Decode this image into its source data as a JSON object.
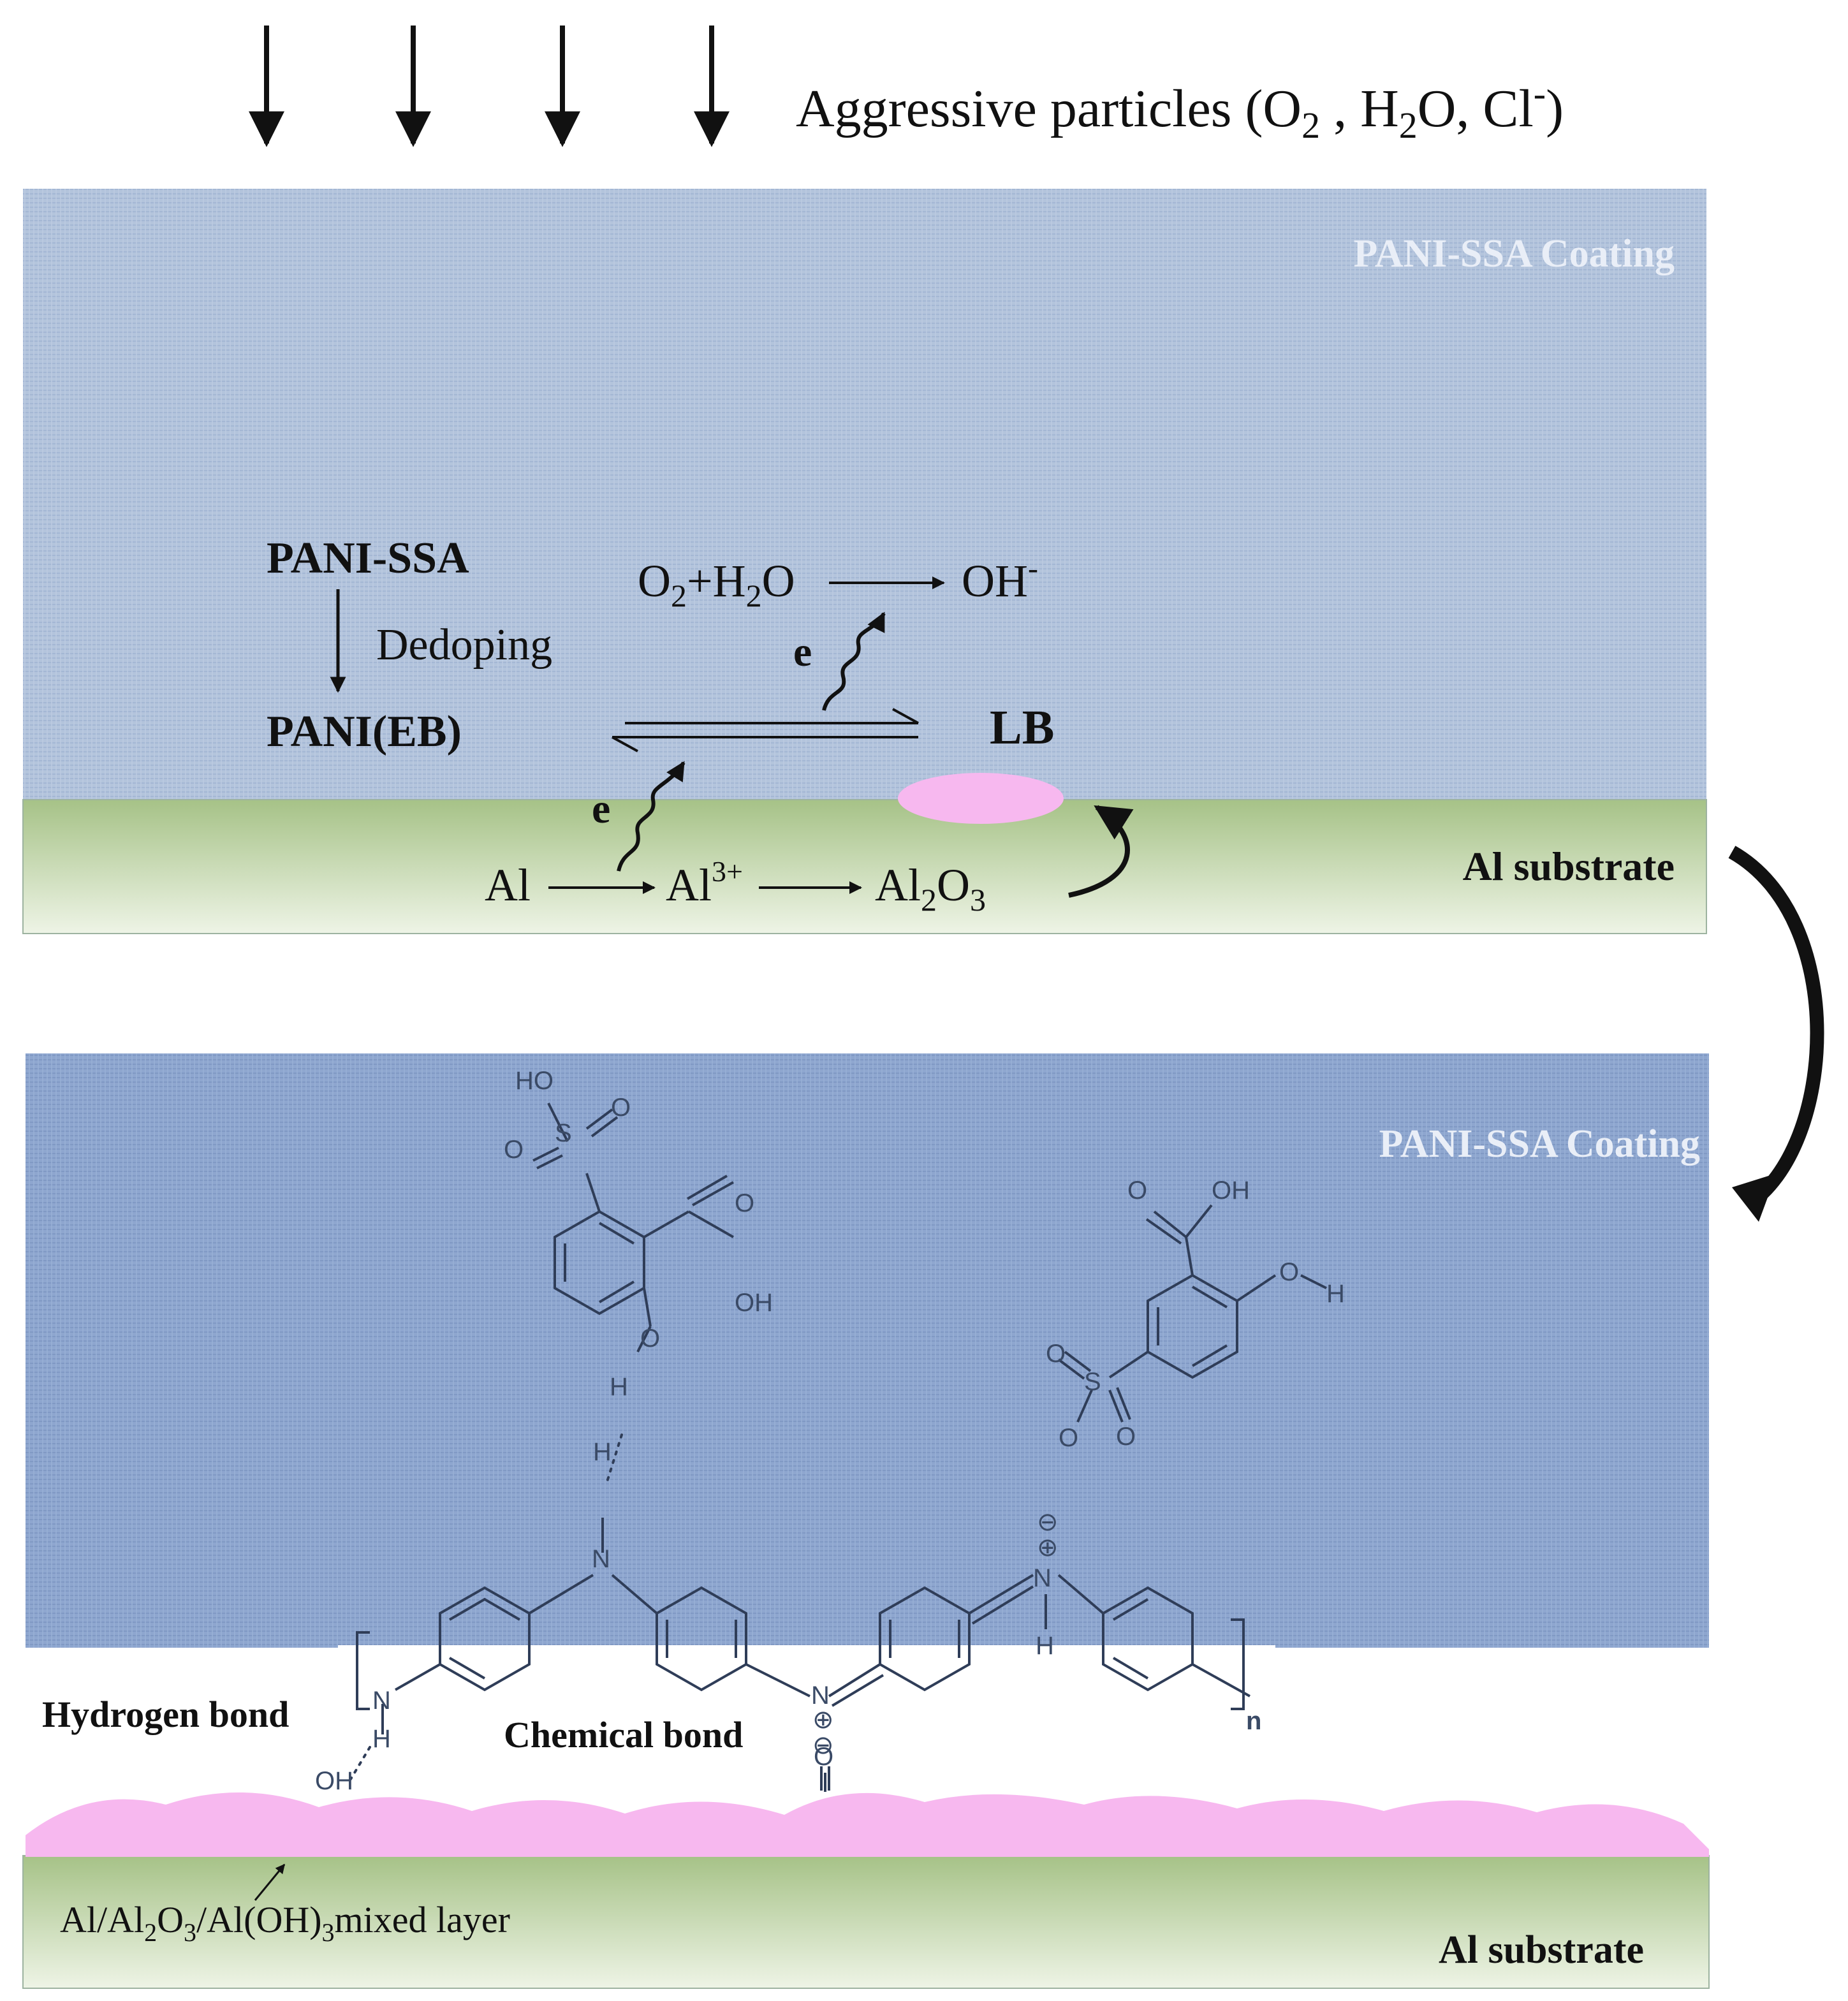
{
  "top_text": {
    "aggressive_prefix": "Aggressive particles (O",
    "aggressive_sub1": "2",
    "aggressive_mid": " , H",
    "aggressive_sub2": "2",
    "aggressive_mid2": "O, Cl",
    "aggressive_sup": "-",
    "aggressive_suffix": ")"
  },
  "panel1": {
    "coating_label": "PANI-SSA Coating",
    "substrate_label": "Al substrate",
    "pani_ssa": "PANI-SSA",
    "dedoping": "Dedoping",
    "pani_eb": "PANI(EB)",
    "lb": "LB",
    "electron": "e",
    "o2": "O",
    "o2_sub": "2",
    "plus_h": "+H",
    "h2_sub": "2",
    "o_end": "O",
    "oh": "OH",
    "oh_sup": "-",
    "al": "Al",
    "al3": "Al",
    "al3_sup": "3+",
    "al2o3_a": "Al",
    "al2o3_sub1": "2",
    "al2o3_b": "O",
    "al2o3_sub2": "3"
  },
  "panel2": {
    "coating_label": "PANI-SSA Coating",
    "substrate_label": "Al substrate",
    "hydrogen_bond": "Hydrogen bond",
    "chemical_bond": "Chemical bond",
    "mixed_layer_a": "Al/Al",
    "mixed_sub1": "2",
    "mixed_layer_b": "O",
    "mixed_sub2": "3",
    "mixed_layer_c": "/Al(OH)",
    "mixed_sub3": "3",
    "mixed_layer_d": "mixed  layer",
    "atoms": {
      "ho_top": "HO",
      "s": "S",
      "o": "O",
      "oh": "OH",
      "h": "H",
      "n": "N",
      "plus": "⊕",
      "minus": "⊖",
      "n_sub": "n"
    }
  },
  "colors": {
    "coating": "#aebfd9",
    "coating_dark": "#8aa3cc",
    "substrate_top": "#a9c48a",
    "substrate_bottom": "#e9f1df",
    "oxide": "#f7b8ef",
    "ink": "#111111",
    "chem_ink": "#2f3d58"
  }
}
